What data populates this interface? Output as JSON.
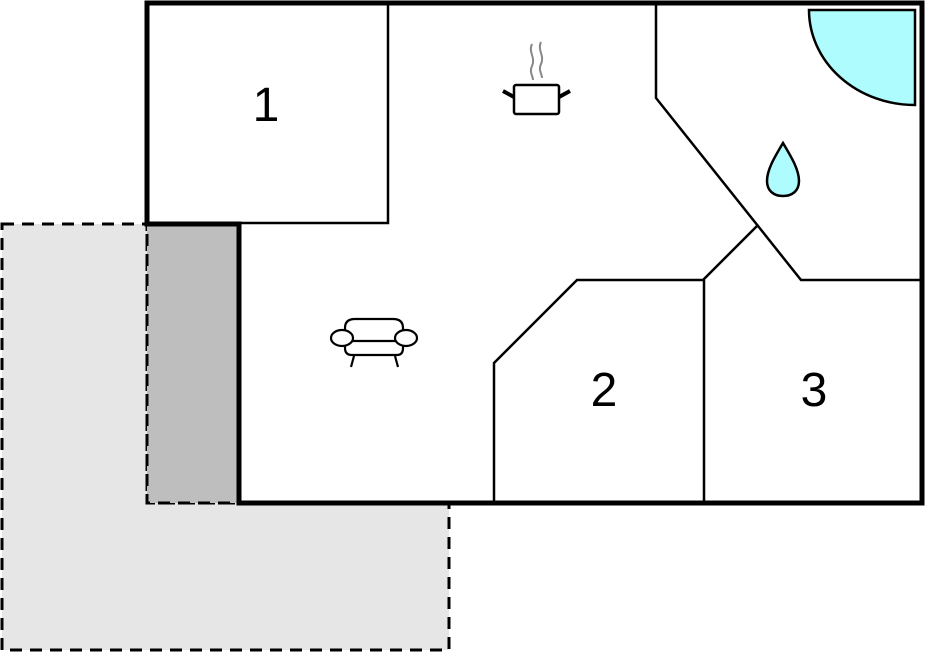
{
  "diagram": {
    "type": "floor-plan",
    "rooms": [
      {
        "id": "bedroom-1",
        "label": "1"
      },
      {
        "id": "bedroom-2",
        "label": "2"
      },
      {
        "id": "bedroom-3",
        "label": "3"
      }
    ],
    "icons": [
      {
        "name": "kitchen-pot-icon",
        "area": "kitchen"
      },
      {
        "name": "sofa-icon",
        "area": "living-room"
      },
      {
        "name": "shower-icon",
        "area": "bathroom"
      },
      {
        "name": "water-drop-icon",
        "area": "bathroom"
      }
    ],
    "areas": {
      "terrace": "terrace",
      "covered_terrace": "covered-terrace"
    },
    "colors": {
      "wall": "#000000",
      "terrace": "#e6e6e6",
      "covered_terrace": "#bebebe",
      "water": "#aefcfe"
    }
  }
}
